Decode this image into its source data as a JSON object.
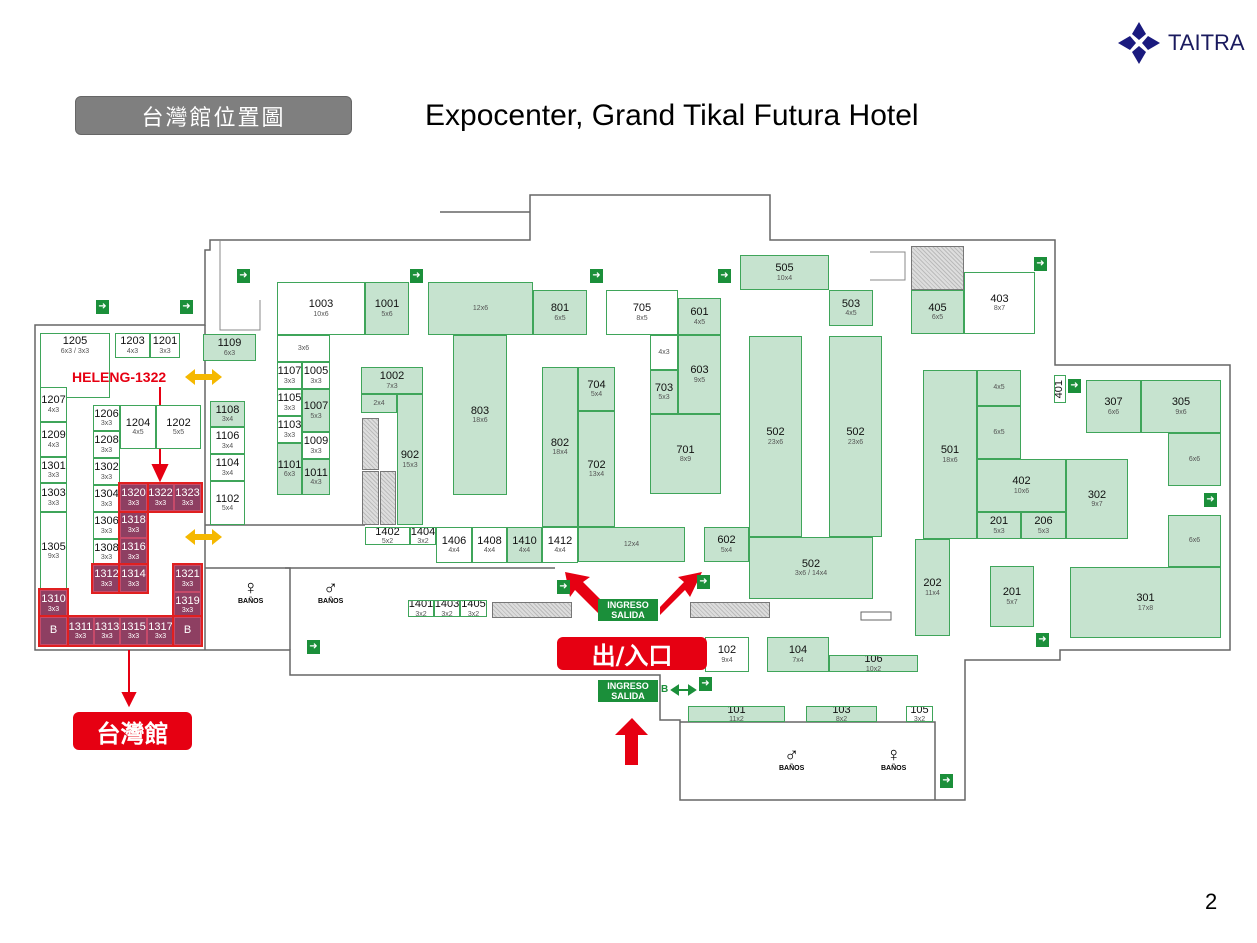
{
  "header": {
    "section_label": "台灣館位置圖",
    "title": "Expocenter, Grand Tikal Futura Hotel",
    "logo_text": "TAITRA",
    "page_number": "2"
  },
  "labels": {
    "heleng": "HELENG-1322",
    "entrance_exit": "出/入口",
    "taiwan_pavilion": "台灣館",
    "ingreso": "INGRESO",
    "salida": "SALIDA",
    "b": "B",
    "banos": "BAÑOS"
  },
  "colors": {
    "booth_green": "#c6e3cf",
    "taiwan_booth": "#8e3f62",
    "highlight_red": "#e60012",
    "arrow_orange": "#f5b800",
    "exit_green": "#1b8f3a"
  },
  "booths": [
    {
      "n": "1205",
      "s": "6x3 / 3x3",
      "t": "w"
    },
    {
      "n": "1203",
      "s": "4x3",
      "t": "w"
    },
    {
      "n": "1201",
      "s": "3x3",
      "t": "w"
    },
    {
      "n": "1109",
      "s": "6x3",
      "t": "g"
    },
    {
      "n": "1207",
      "s": "4x3",
      "t": "w"
    },
    {
      "n": "1209",
      "s": "4x3",
      "t": "w"
    },
    {
      "n": "1301",
      "s": "3x3",
      "t": "w"
    },
    {
      "n": "1303",
      "s": "3x3",
      "t": "w"
    },
    {
      "n": "1305",
      "s": "9x3",
      "t": "w"
    },
    {
      "n": "1206",
      "s": "3x3",
      "t": "w"
    },
    {
      "n": "1208",
      "s": "3x3",
      "t": "w"
    },
    {
      "n": "1302",
      "s": "3x3",
      "t": "w"
    },
    {
      "n": "1304",
      "s": "3x3",
      "t": "w"
    },
    {
      "n": "1306",
      "s": "3x3",
      "t": "w"
    },
    {
      "n": "1308",
      "s": "3x3",
      "t": "w"
    },
    {
      "n": "1204",
      "s": "4x5",
      "t": "w"
    },
    {
      "n": "1202",
      "s": "5x5",
      "t": "w"
    },
    {
      "n": "1320",
      "s": "3x3",
      "t": "r"
    },
    {
      "n": "1322",
      "s": "3x3",
      "t": "r"
    },
    {
      "n": "1323",
      "s": "3x3",
      "t": "r"
    },
    {
      "n": "1318",
      "s": "3x3",
      "t": "r"
    },
    {
      "n": "1316",
      "s": "3x3",
      "t": "r"
    },
    {
      "n": "1312",
      "s": "3x3",
      "t": "r"
    },
    {
      "n": "1314",
      "s": "3x3",
      "t": "r"
    },
    {
      "n": "1321",
      "s": "3x3",
      "t": "r"
    },
    {
      "n": "1319",
      "s": "3x3",
      "t": "r"
    },
    {
      "n": "1310",
      "s": "3x3",
      "t": "r"
    },
    {
      "n": "B",
      "s": "",
      "t": "r"
    },
    {
      "n": "1311",
      "s": "3x3",
      "t": "r"
    },
    {
      "n": "1313",
      "s": "3x3",
      "t": "r"
    },
    {
      "n": "1315",
      "s": "3x3",
      "t": "r"
    },
    {
      "n": "1317",
      "s": "3x3",
      "t": "r"
    },
    {
      "n": "B",
      "s": "",
      "t": "r"
    },
    {
      "n": "1108",
      "s": "3x4",
      "t": "g"
    },
    {
      "n": "1106",
      "s": "3x4",
      "t": "w"
    },
    {
      "n": "1104",
      "s": "3x4",
      "t": "w"
    },
    {
      "n": "1102",
      "s": "5x4",
      "t": "w"
    },
    {
      "n": "1003",
      "s": "10x6",
      "t": "w"
    },
    {
      "n": "",
      "s": "3x6",
      "t": "w"
    },
    {
      "n": "1001",
      "s": "5x6",
      "t": "g"
    },
    {
      "n": "1107",
      "s": "3x3",
      "t": "w"
    },
    {
      "n": "1005",
      "s": "3x3",
      "t": "w"
    },
    {
      "n": "1105",
      "s": "3x3",
      "t": "w"
    },
    {
      "n": "1007",
      "s": "5x3",
      "t": "g"
    },
    {
      "n": "1103",
      "s": "3x3",
      "t": "w"
    },
    {
      "n": "1009",
      "s": "3x3",
      "t": "w"
    },
    {
      "n": "1101",
      "s": "6x3",
      "t": "g"
    },
    {
      "n": "1011",
      "s": "4x3",
      "t": "g"
    },
    {
      "n": "1002",
      "s": "7x3",
      "t": "g"
    },
    {
      "n": "",
      "s": "2x4",
      "t": "g"
    },
    {
      "n": "902",
      "s": "15x3",
      "t": "g"
    },
    {
      "n": "1402",
      "s": "5x2",
      "t": "w"
    },
    {
      "n": "1404",
      "s": "3x2",
      "t": "w"
    },
    {
      "n": "1406",
      "s": "4x4",
      "t": "w"
    },
    {
      "n": "1408",
      "s": "4x4",
      "t": "w"
    },
    {
      "n": "1410",
      "s": "4x4",
      "t": "g"
    },
    {
      "n": "1412",
      "s": "4x4",
      "t": "w"
    },
    {
      "n": "",
      "s": "12x6",
      "t": "g"
    },
    {
      "n": "803",
      "s": "18x6",
      "t": "g"
    },
    {
      "n": "801",
      "s": "6x5",
      "t": "g"
    },
    {
      "n": "802",
      "s": "18x4",
      "t": "g"
    },
    {
      "n": "704",
      "s": "5x4",
      "t": "g"
    },
    {
      "n": "702",
      "s": "13x4",
      "t": "g"
    },
    {
      "n": "",
      "s": "12x4",
      "t": "g"
    },
    {
      "n": "705",
      "s": "8x5",
      "t": "w"
    },
    {
      "n": "",
      "s": "4x3",
      "t": "w"
    },
    {
      "n": "601",
      "s": "4x5",
      "t": "g"
    },
    {
      "n": "603",
      "s": "9x5",
      "t": "g"
    },
    {
      "n": "703",
      "s": "5x3",
      "t": "g"
    },
    {
      "n": "701",
      "s": "8x9",
      "t": "g"
    },
    {
      "n": "505",
      "s": "10x4",
      "t": "g"
    },
    {
      "n": "502",
      "s": "23x6",
      "t": "g"
    },
    {
      "n": "502",
      "s": "3x6 / 14x4",
      "t": "g"
    },
    {
      "n": "502",
      "s": "23x6",
      "t": "g"
    },
    {
      "n": "503",
      "s": "4x5",
      "t": "g"
    },
    {
      "n": "405",
      "s": "6x5",
      "t": "g"
    },
    {
      "n": "403",
      "s": "8x7",
      "t": "w"
    },
    {
      "n": "501",
      "s": "18x6",
      "t": "g"
    },
    {
      "n": "",
      "s": "4x5",
      "t": "g"
    },
    {
      "n": "",
      "s": "6x5",
      "t": "g"
    },
    {
      "n": "402",
      "s": "10x6",
      "t": "g"
    },
    {
      "n": "201",
      "s": "5x3",
      "t": "g"
    },
    {
      "n": "206",
      "s": "5x3",
      "t": "g"
    },
    {
      "n": "302",
      "s": "9x7",
      "t": "g"
    },
    {
      "n": "307",
      "s": "6x6",
      "t": "g"
    },
    {
      "n": "305",
      "s": "9x6",
      "t": "g"
    },
    {
      "n": "",
      "s": "6x6",
      "t": "g"
    },
    {
      "n": "",
      "s": "6x6",
      "t": "g"
    },
    {
      "n": "301",
      "s": "17x8",
      "t": "g"
    },
    {
      "n": "202",
      "s": "11x4",
      "t": "g"
    },
    {
      "n": "201",
      "s": "5x7",
      "t": "g"
    },
    {
      "n": "602",
      "s": "5x4",
      "t": "g"
    },
    {
      "n": "102",
      "s": "9x4",
      "t": "w"
    },
    {
      "n": "104",
      "s": "7x4",
      "t": "g"
    },
    {
      "n": "106",
      "s": "10x2",
      "t": "g"
    },
    {
      "n": "101",
      "s": "11x2",
      "t": "g"
    },
    {
      "n": "103",
      "s": "8x2",
      "t": "g"
    },
    {
      "n": "105",
      "s": "3x2",
      "t": "w"
    },
    {
      "n": "1401",
      "s": "3x2",
      "t": "w"
    },
    {
      "n": "1403",
      "s": "3x2",
      "t": "w"
    },
    {
      "n": "1405",
      "s": "3x2",
      "t": "w"
    },
    {
      "n": "401",
      "s": "",
      "t": "w"
    }
  ]
}
